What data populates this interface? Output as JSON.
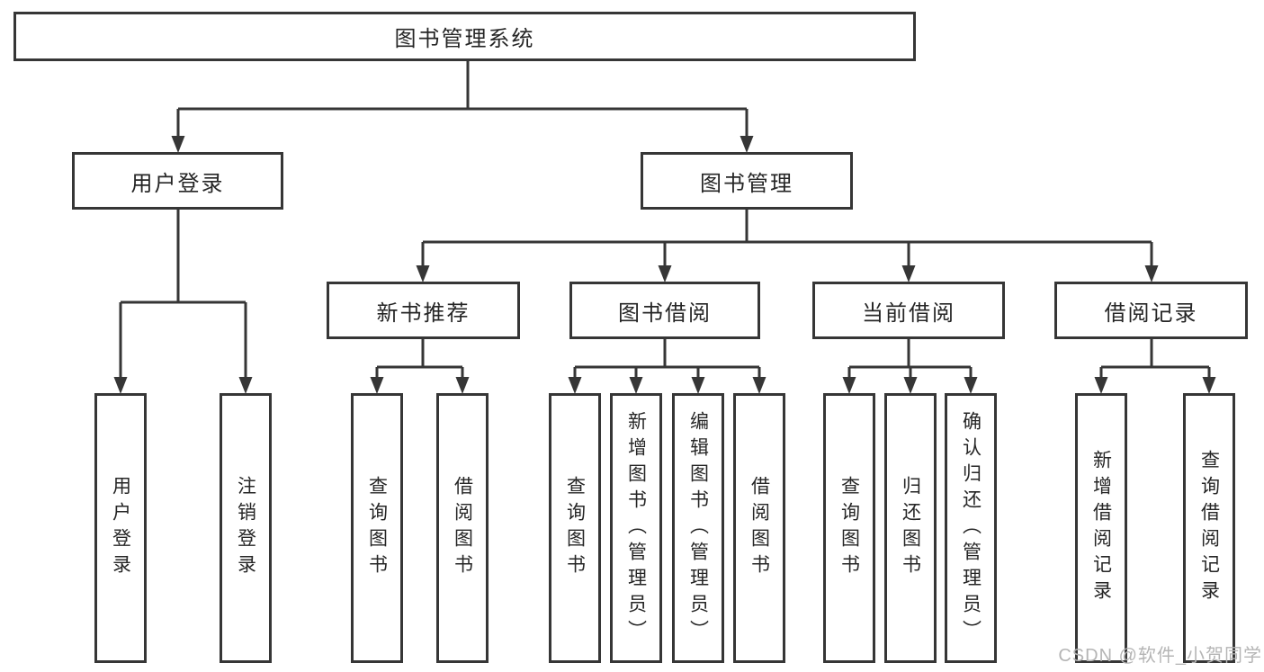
{
  "tree": {
    "root": "图书管理系统",
    "branches": [
      {
        "label": "用户登录",
        "children": [
          "用户登录",
          "注销登录"
        ]
      },
      {
        "label": "图书管理",
        "groups": [
          {
            "label": "新书推荐",
            "children": [
              "查询图书",
              "借阅图书"
            ]
          },
          {
            "label": "图书借阅",
            "children": [
              "查询图书",
              "新增图书（管理员）",
              "编辑图书（管理员）",
              "借阅图书"
            ]
          },
          {
            "label": "当前借阅",
            "children": [
              "查询图书",
              "归还图书",
              "确认归还（管理员）"
            ]
          },
          {
            "label": "借阅记录",
            "children": [
              "新增借阅记录",
              "查询借阅记录"
            ]
          }
        ]
      }
    ]
  },
  "watermark": "CSDN @软件_小贺同学",
  "colors": {
    "line": "#363636",
    "text": "#262626",
    "watermark": "#b5b5b5",
    "background": "#ffffff"
  }
}
